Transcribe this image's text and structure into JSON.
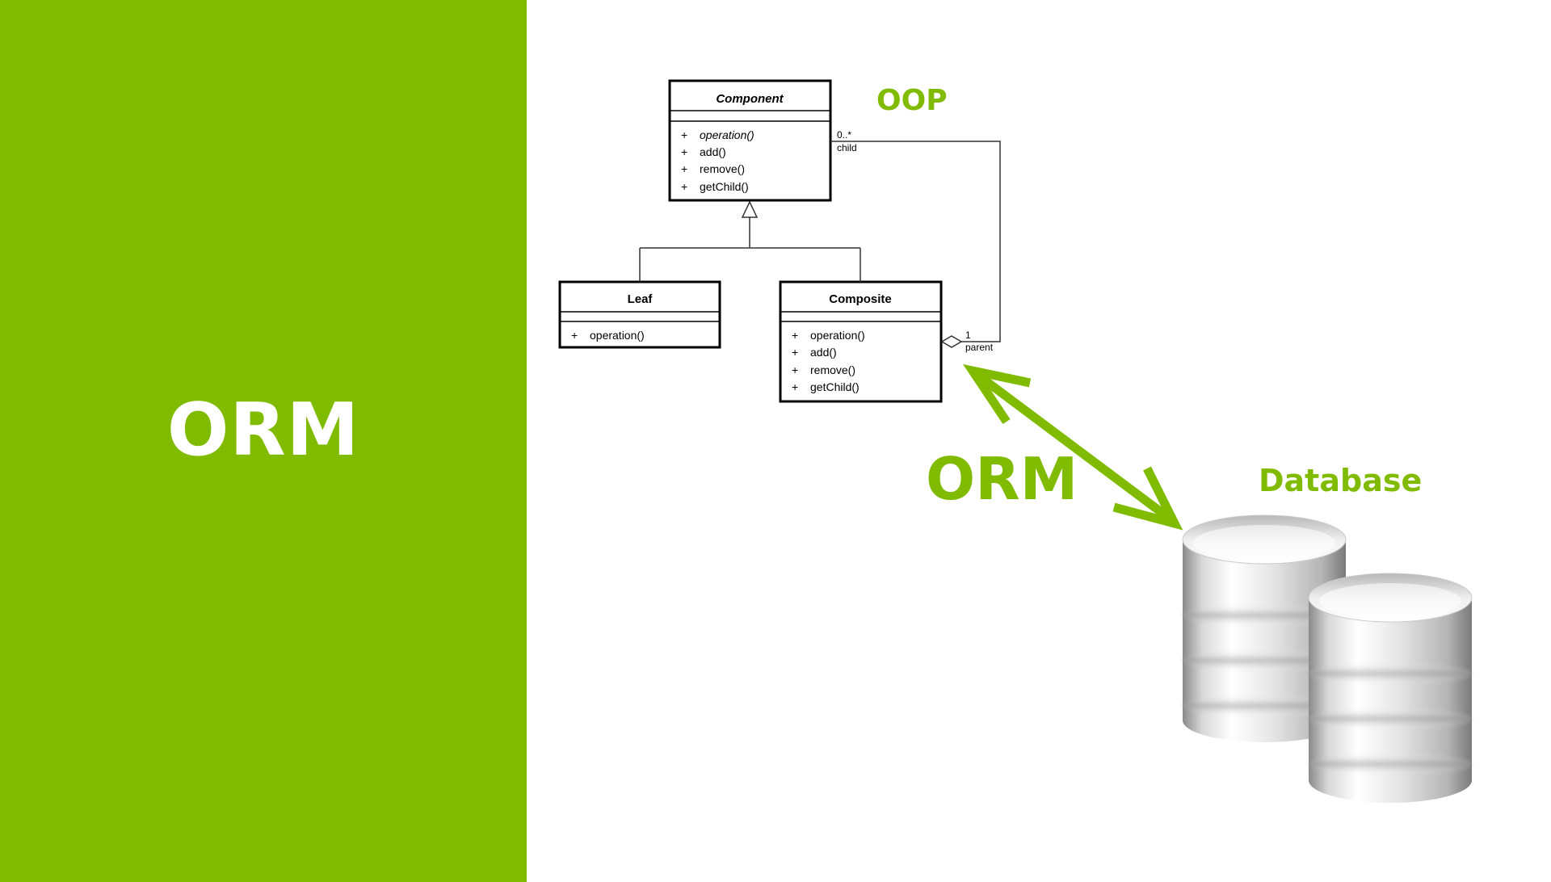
{
  "slide": {
    "left_title": "ORM",
    "accent_color": "#80BB00"
  },
  "labels": {
    "oop": "OOP",
    "orm": "ORM",
    "database": "Database"
  },
  "uml": {
    "component": {
      "name": "Component",
      "methods": [
        {
          "sign": "+",
          "name": "operation()"
        },
        {
          "sign": "+",
          "name": "add()"
        },
        {
          "sign": "+",
          "name": "remove()"
        },
        {
          "sign": "+",
          "name": "getChild()"
        }
      ]
    },
    "leaf": {
      "name": "Leaf",
      "methods": [
        {
          "sign": "+",
          "name": "operation()"
        }
      ]
    },
    "composite": {
      "name": "Composite",
      "methods": [
        {
          "sign": "+",
          "name": "operation()"
        },
        {
          "sign": "+",
          "name": "add()"
        },
        {
          "sign": "+",
          "name": "remove()"
        },
        {
          "sign": "+",
          "name": "getChild()"
        }
      ]
    },
    "association": {
      "child_multiplicity": "0..*",
      "child_role": "child",
      "parent_multiplicity": "1",
      "parent_role": "parent"
    }
  },
  "icons": {
    "database": "database-stack-icon",
    "arrow": "double-arrow-icon"
  }
}
